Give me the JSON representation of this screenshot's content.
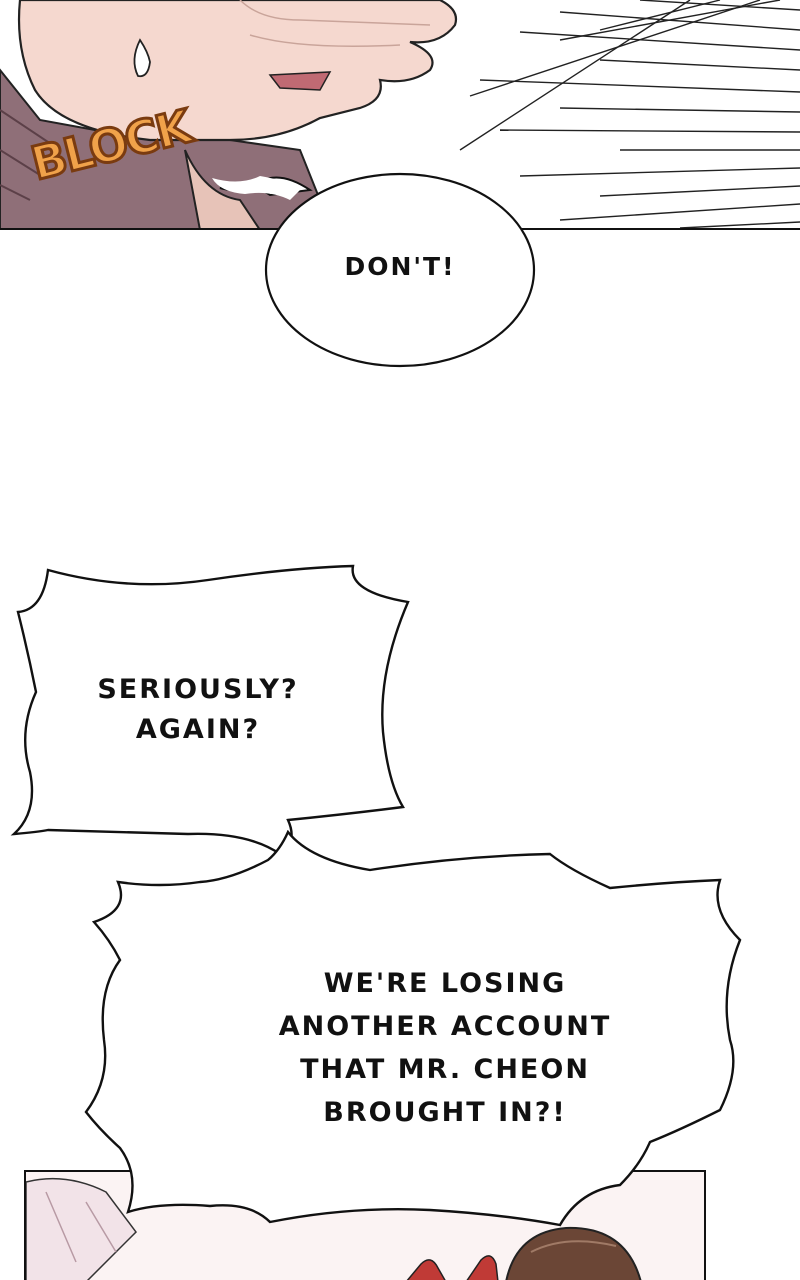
{
  "panel_top": {
    "sfx": "BLOCK",
    "colors": {
      "skin": "#f5d8cf",
      "speedline": "#222222",
      "sfx_fill": "#f0a24a",
      "sfx_outline": "#7a3b10",
      "shirt": "#8f6f78"
    }
  },
  "bubbles": [
    {
      "id": "dont",
      "lines": [
        "DON'T!"
      ]
    },
    {
      "id": "seriously",
      "lines": [
        "SERIOUSLY?",
        "AGAIN?"
      ]
    },
    {
      "id": "losing",
      "lines": [
        "WE'RE LOSING",
        "ANOTHER ACCOUNT",
        "THAT MR. CHEON",
        "BROUGHT IN?!"
      ]
    }
  ],
  "panel_bottom": {
    "colors": {
      "background": "#fbf3f3",
      "hair": "#6b4636",
      "accent": "#c03a36"
    }
  }
}
